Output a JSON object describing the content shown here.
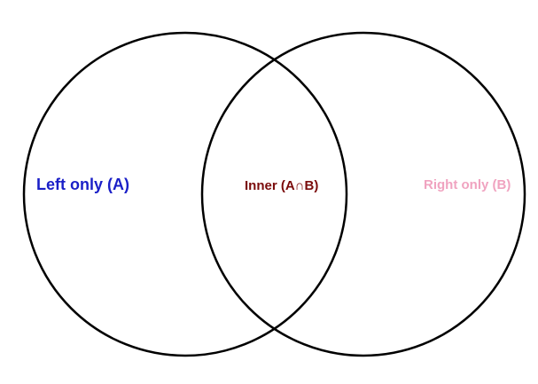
{
  "diagram": {
    "type": "venn",
    "sets": [
      {
        "id": "A",
        "stroke": "#000000"
      },
      {
        "id": "B",
        "stroke": "#000000"
      }
    ],
    "regions": {
      "left": {
        "label": "Left only (A)",
        "color": "#1a1fc7"
      },
      "inner": {
        "label": "Inner (A∩B)",
        "color": "#7a0b0b"
      },
      "right": {
        "label": "Right only (B)",
        "color": "#f0a3c0"
      }
    }
  }
}
